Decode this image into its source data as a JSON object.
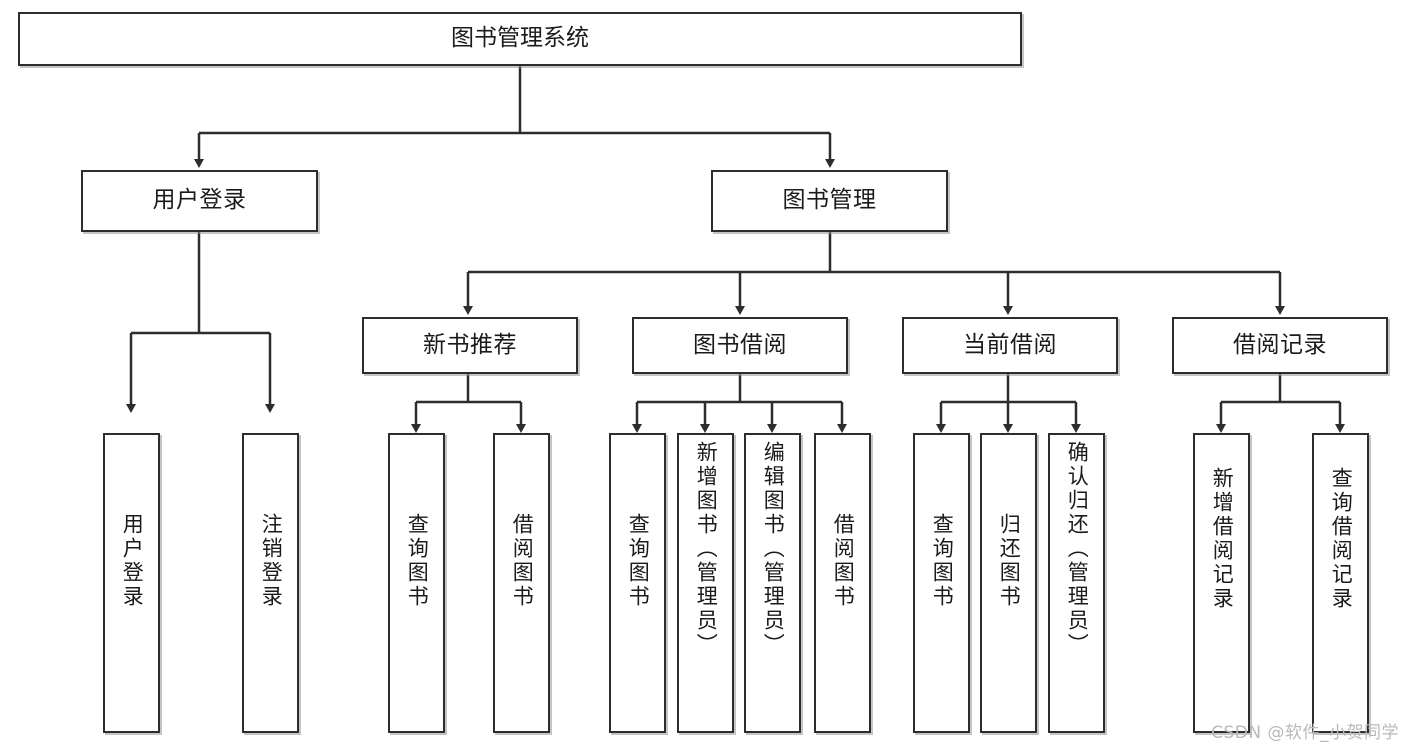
{
  "diagram": {
    "title": "图书管理系统",
    "type": "tree",
    "watermark": "CSDN @软件_小贺同学",
    "colors": {
      "border": "#2d2d2d",
      "fill": "#ffffff",
      "connector": "#2d2d2d",
      "watermark": "#b9b9b9"
    },
    "nodes": {
      "root": {
        "label": "图书管理系统"
      },
      "level2": [
        {
          "label": "用户登录"
        },
        {
          "label": "图书管理"
        }
      ],
      "level3": [
        {
          "label": "新书推荐"
        },
        {
          "label": "图书借阅"
        },
        {
          "label": "当前借阅"
        },
        {
          "label": "借阅记录"
        }
      ],
      "leaves": {
        "user_login": [
          {
            "label": "用户登录"
          },
          {
            "label": "注销登录"
          }
        ],
        "new_book": [
          {
            "label": "查询图书"
          },
          {
            "label": "借阅图书"
          }
        ],
        "book_borrow": [
          {
            "label": "查询图书"
          },
          {
            "label": "新增图书（管理员）"
          },
          {
            "label": "编辑图书（管理员）"
          },
          {
            "label": "借阅图书"
          }
        ],
        "current_borrow": [
          {
            "label": "查询图书"
          },
          {
            "label": "归还图书"
          },
          {
            "label": "确认归还（管理员）"
          }
        ],
        "borrow_record": [
          {
            "label": "新增借阅记录"
          },
          {
            "label": "查询借阅记录"
          }
        ]
      }
    }
  }
}
